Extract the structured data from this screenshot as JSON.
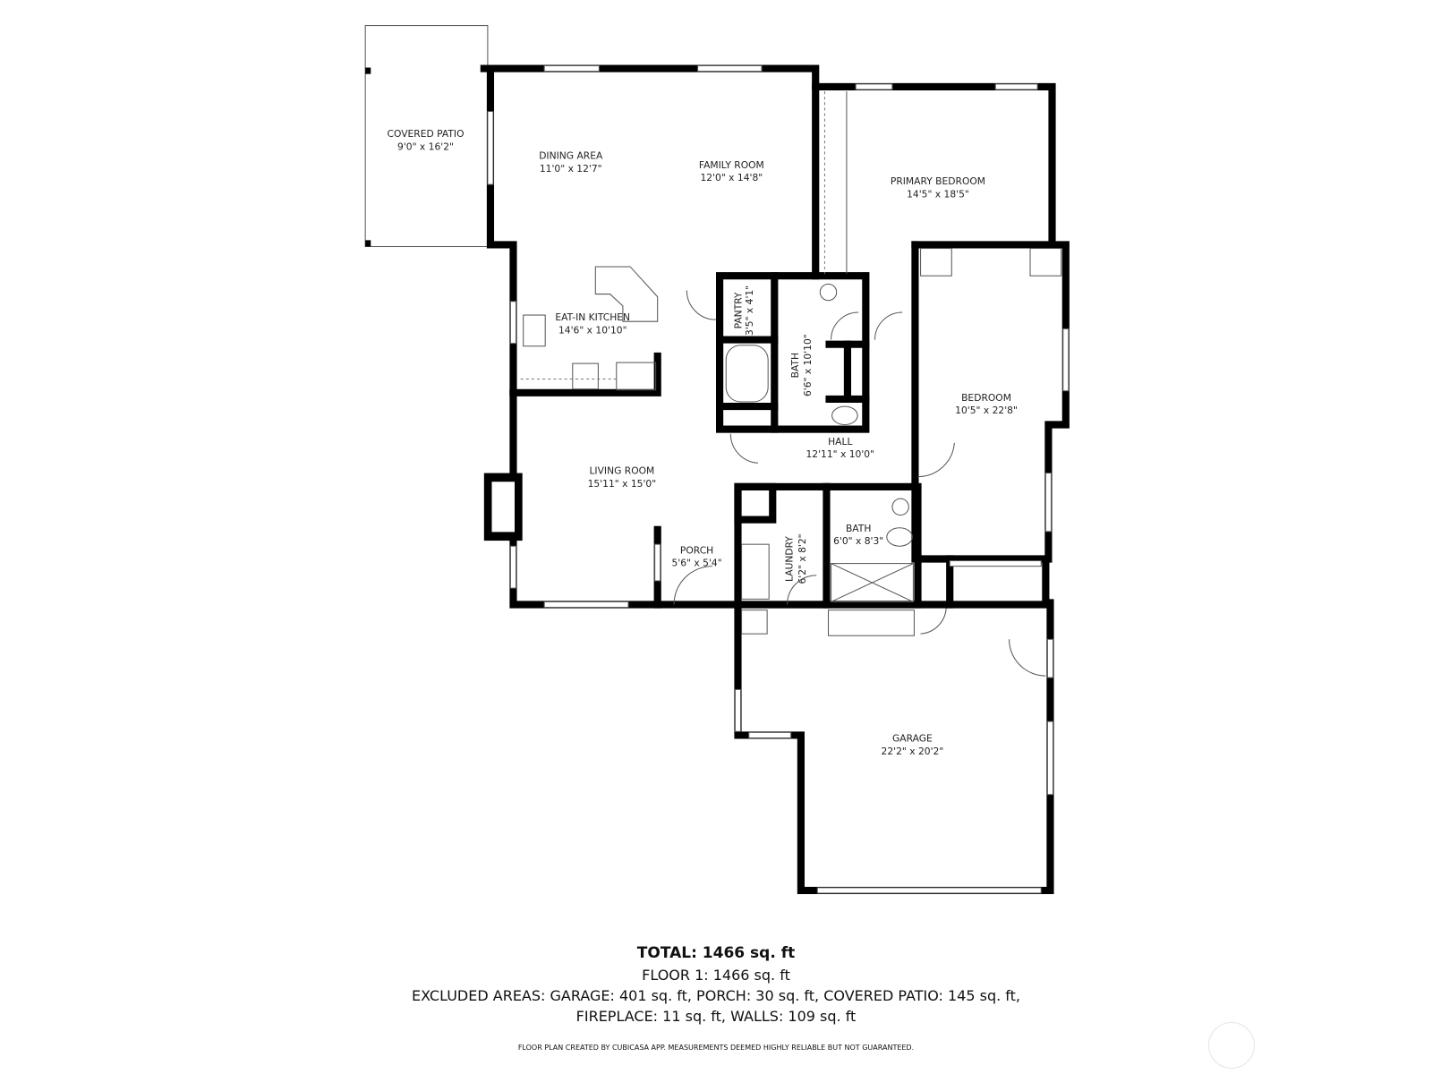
{
  "rooms": [
    {
      "name": "COVERED PATIO",
      "size": "9'0\" x 16'2\""
    },
    {
      "name": "DINING AREA",
      "size": "11'0\" x 12'7\""
    },
    {
      "name": "FAMILY ROOM",
      "size": "12'0\" x 14'8\""
    },
    {
      "name": "PRIMARY BEDROOM",
      "size": "14'5\" x 18'5\""
    },
    {
      "name": "EAT-IN KITCHEN",
      "size": "14'6\" x 10'10\""
    },
    {
      "name": "PANTRY",
      "size": "3'5\" x 4'1\""
    },
    {
      "name": "BATH",
      "size": "6'6\" x 10'10\""
    },
    {
      "name": "BEDROOM",
      "size": "10'5\" x 22'8\""
    },
    {
      "name": "HALL",
      "size": "12'11\" x 10'0\""
    },
    {
      "name": "LIVING ROOM",
      "size": "15'11\" x 15'0\""
    },
    {
      "name": "PORCH",
      "size": "5'6\" x 5'4\""
    },
    {
      "name": "LAUNDRY",
      "size": "6'2\" x 8'2\""
    },
    {
      "name": "BATH",
      "size": "6'0\" x 8'3\""
    },
    {
      "name": "GARAGE",
      "size": "22'2\" x 20'2\""
    }
  ],
  "summary": {
    "total": "TOTAL: 1466 sq. ft",
    "floor": "FLOOR 1: 1466 sq. ft",
    "excluded_line1": "EXCLUDED AREAS: GARAGE: 401 sq. ft, PORCH: 30 sq. ft, COVERED PATIO: 145 sq. ft,",
    "excluded_line2": "FIREPLACE: 11 sq. ft, WALLS: 109 sq. ft",
    "disclaimer": "FLOOR PLAN CREATED BY CUBICASA APP. MEASUREMENTS DEEMED HIGHLY RELIABLE BUT NOT GUARANTEED."
  },
  "icons": {
    "compass": "compass-icon"
  },
  "colors": {
    "wall": "#000000",
    "background": "#ffffff"
  }
}
